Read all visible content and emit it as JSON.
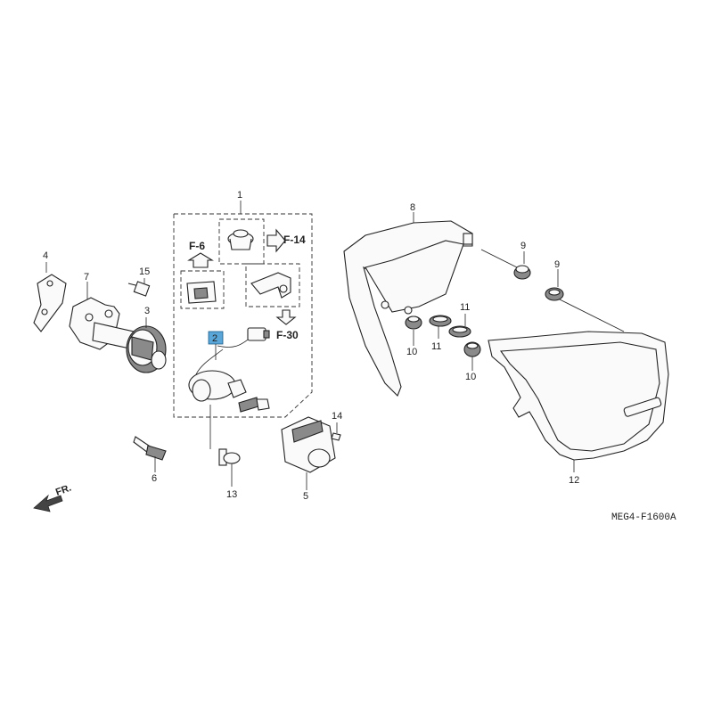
{
  "diagram_code": "MEG4-F1600A",
  "front_label": "FR.",
  "highlight_color": "#5aa6d8",
  "references": [
    "F-6",
    "F-14",
    "F-30"
  ],
  "callouts": [
    {
      "id": "c1",
      "label": "1"
    },
    {
      "id": "c2",
      "label": "2",
      "highlighted": true
    },
    {
      "id": "c3",
      "label": "3"
    },
    {
      "id": "c4",
      "label": "4"
    },
    {
      "id": "c5",
      "label": "5"
    },
    {
      "id": "c6",
      "label": "6"
    },
    {
      "id": "c7",
      "label": "7"
    },
    {
      "id": "c8",
      "label": "8"
    },
    {
      "id": "c9a",
      "label": "9"
    },
    {
      "id": "c9b",
      "label": "9"
    },
    {
      "id": "c10a",
      "label": "10"
    },
    {
      "id": "c10b",
      "label": "10"
    },
    {
      "id": "c11a",
      "label": "11"
    },
    {
      "id": "c11b",
      "label": "11"
    },
    {
      "id": "c12",
      "label": "12"
    },
    {
      "id": "c13",
      "label": "13"
    },
    {
      "id": "c14",
      "label": "14"
    },
    {
      "id": "c15",
      "label": "15"
    }
  ]
}
